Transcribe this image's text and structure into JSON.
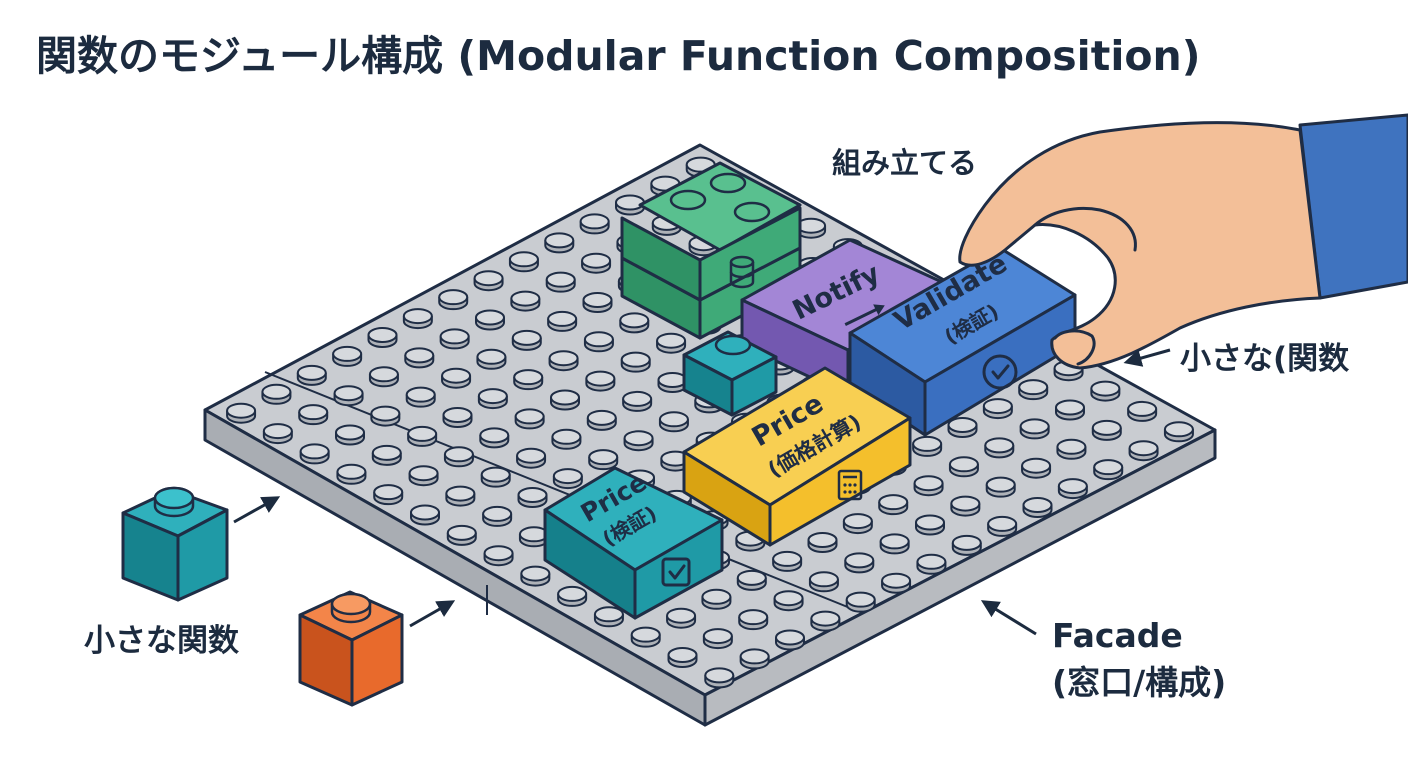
{
  "title": "関数のモジュール構成 (Modular Function Composition)",
  "annotations": {
    "assemble": "組み立てる",
    "small_function_right": "小さな(関数",
    "small_function_left": "小さな関数",
    "facade_line1": "Facade",
    "facade_line2": "(窓口/構成)"
  },
  "blocks": {
    "notify": "Notify",
    "validate_line1": "Validate",
    "validate_line2": "(検証)",
    "price_calc_line1": "Price",
    "price_calc_line2": "(価格計算)",
    "price_verify_line1": "Price",
    "price_verify_line2": "(検証)"
  },
  "colors": {
    "baseplate": "#c9ccd1",
    "outline": "#1f2d45",
    "green": "#3faa78",
    "purple": "#8b6cc6",
    "blue": "#3a6fc0",
    "yellow": "#f4bf2c",
    "teal": "#1f9aa6",
    "orange": "#e86a2c",
    "skin": "#f3bf98",
    "sleeve": "#3f73bf"
  },
  "icons": {
    "green_block": "database-icon",
    "validate_block": "check-circle-icon",
    "price_calc_block": "calculator-icon",
    "price_verify_block": "checkbox-icon"
  }
}
